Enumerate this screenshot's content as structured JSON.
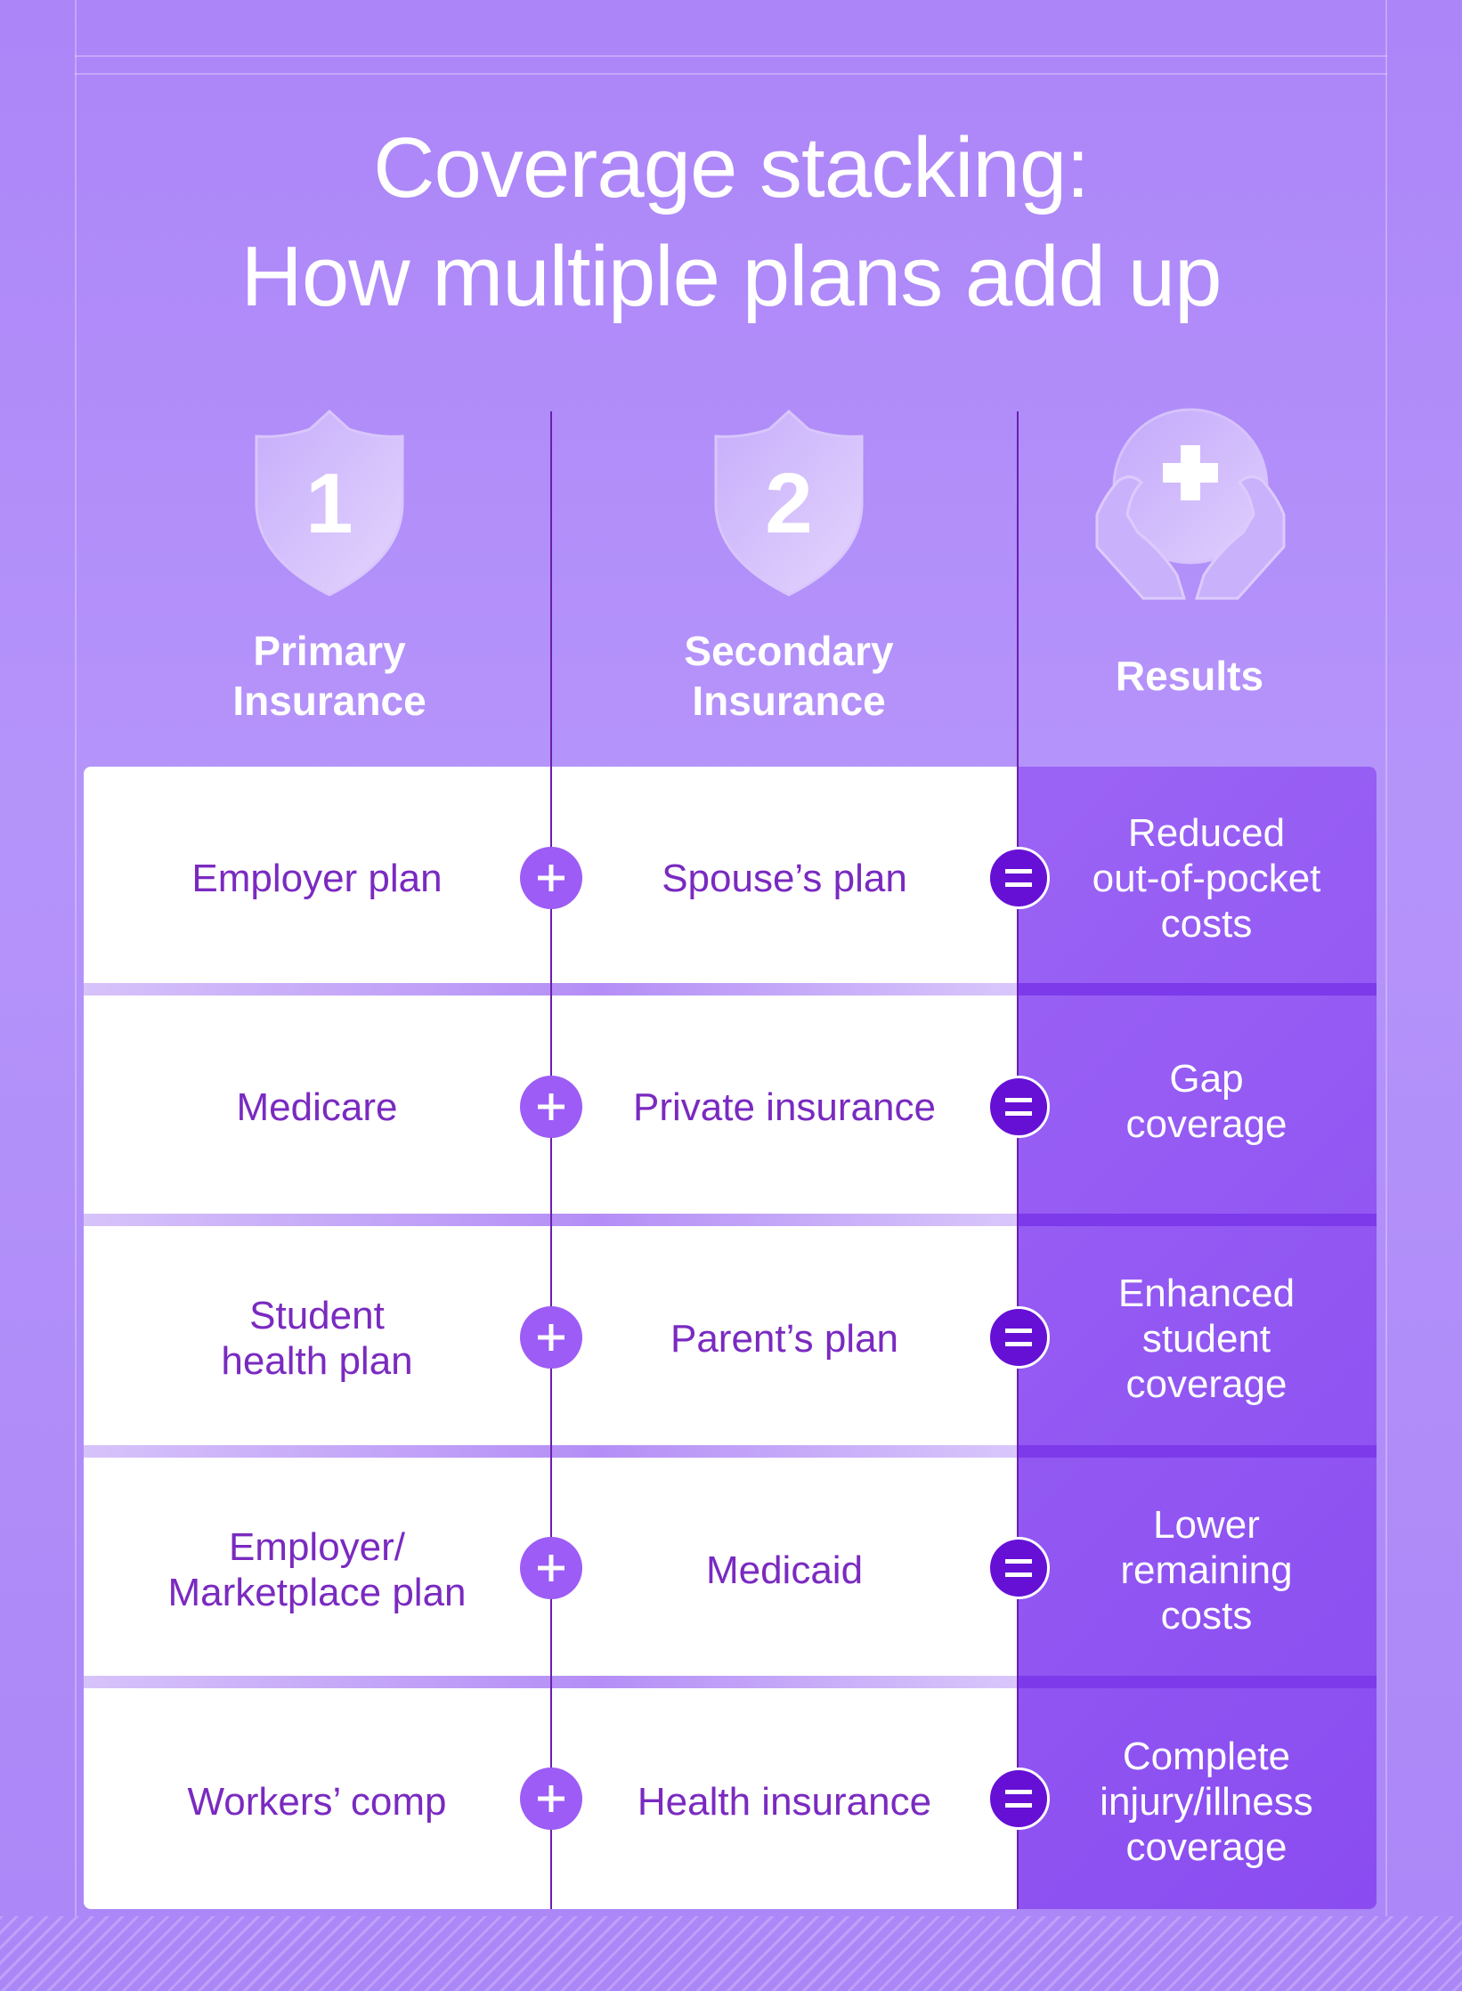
{
  "title": {
    "line1": "Coverage stacking:",
    "line2": "How multiple plans add up"
  },
  "columns": {
    "primary": {
      "badge": "1",
      "label_line1": "Primary",
      "label_line2": "Insurance",
      "icon": "shield-icon"
    },
    "secondary": {
      "badge": "2",
      "label_line1": "Secondary",
      "label_line2": "Insurance",
      "icon": "shield-icon"
    },
    "results": {
      "label": "Results",
      "icon": "hands-holding-medical-cross-icon"
    }
  },
  "rows": [
    {
      "primary": "Employer plan",
      "secondary": "Spouse’s plan",
      "result": "Reduced\nout-of-pocket\ncosts"
    },
    {
      "primary": "Medicare",
      "secondary": "Private insurance",
      "result": "Gap\ncoverage"
    },
    {
      "primary": "Student\nhealth plan",
      "secondary": "Parent’s plan",
      "result": "Enhanced\nstudent\ncoverage"
    },
    {
      "primary": "Employer/\nMarketplace plan",
      "secondary": "Medicaid",
      "result": "Lower\nremaining\ncosts"
    },
    {
      "primary": "Workers’ comp",
      "secondary": "Health insurance",
      "result": "Complete\ninjury/illness\ncoverage"
    }
  ],
  "colors": {
    "background": "#b08cf8",
    "text_purple": "#7a2ac0",
    "results_purple": "#8a4cf0",
    "plus_circle": "#9c5cf5",
    "equals_circle": "#6610d6"
  }
}
